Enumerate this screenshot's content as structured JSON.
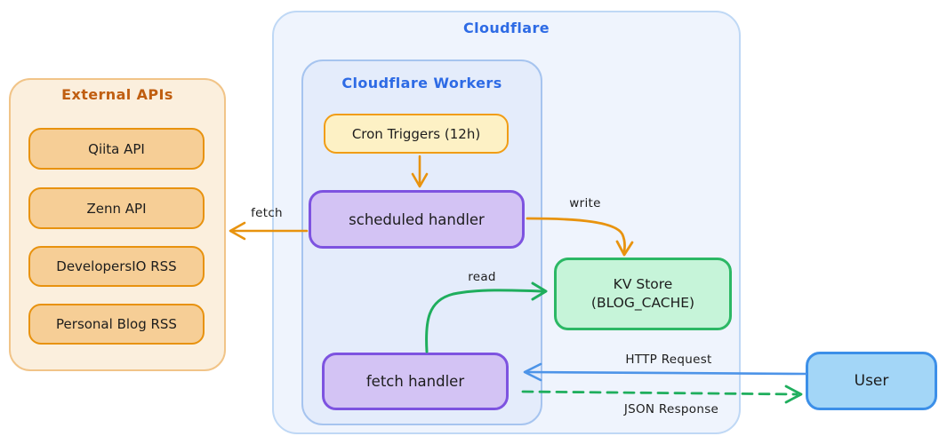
{
  "diagram": {
    "external_apis": {
      "title": "External APIs",
      "items": [
        "Qiita API",
        "Zenn API",
        "DevelopersIO RSS",
        "Personal Blog RSS"
      ]
    },
    "cloudflare": {
      "title": "Cloudflare",
      "workers": {
        "title": "Cloudflare Workers",
        "cron_trigger": "Cron Triggers (12h)",
        "scheduled_handler": "scheduled handler",
        "fetch_handler": "fetch handler"
      },
      "kv_store": {
        "line1": "KV Store",
        "line2": "(BLOG_CACHE)"
      }
    },
    "user": "User",
    "edge_labels": {
      "fetch": "fetch",
      "write": "write",
      "read": "read",
      "http_request": "HTTP Request",
      "json_response": "JSON Response"
    },
    "colors": {
      "orange_arrow": "#E8930E",
      "green_arrow": "#1FAE5D",
      "blue_arrow": "#4D94E8",
      "external_fill": "#FBEFDD",
      "external_border": "#F1C488",
      "external_title": "#C05E10",
      "api_item_fill": "#F6CE96",
      "api_item_border": "#E8920E",
      "cloudflare_fill": "#EFF4FD",
      "cloudflare_border": "#BFD8F5",
      "blue_title": "#2E6BE5",
      "workers_fill": "#E4ECFB",
      "cron_fill": "#FDF1C5",
      "cron_border": "#F19D15",
      "handler_fill": "#D3C3F4",
      "handler_border": "#7D53E0",
      "kv_fill": "#C6F4D9",
      "kv_border": "#2CB865",
      "user_fill": "#A3D6F7",
      "user_border": "#3C8FE8"
    }
  }
}
